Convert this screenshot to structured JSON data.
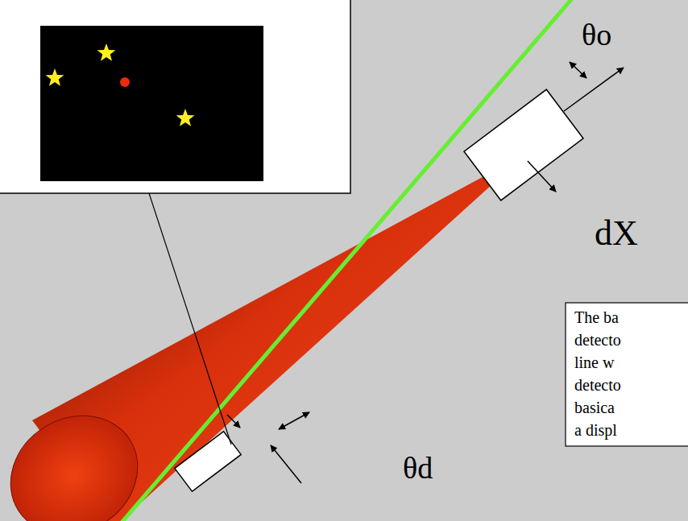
{
  "diagram": {
    "labels": [
      "θo",
      "dX",
      "The ba",
      "detecto",
      "line w",
      "detecto",
      "basica",
      "a displ",
      "θd"
    ]
  }
}
